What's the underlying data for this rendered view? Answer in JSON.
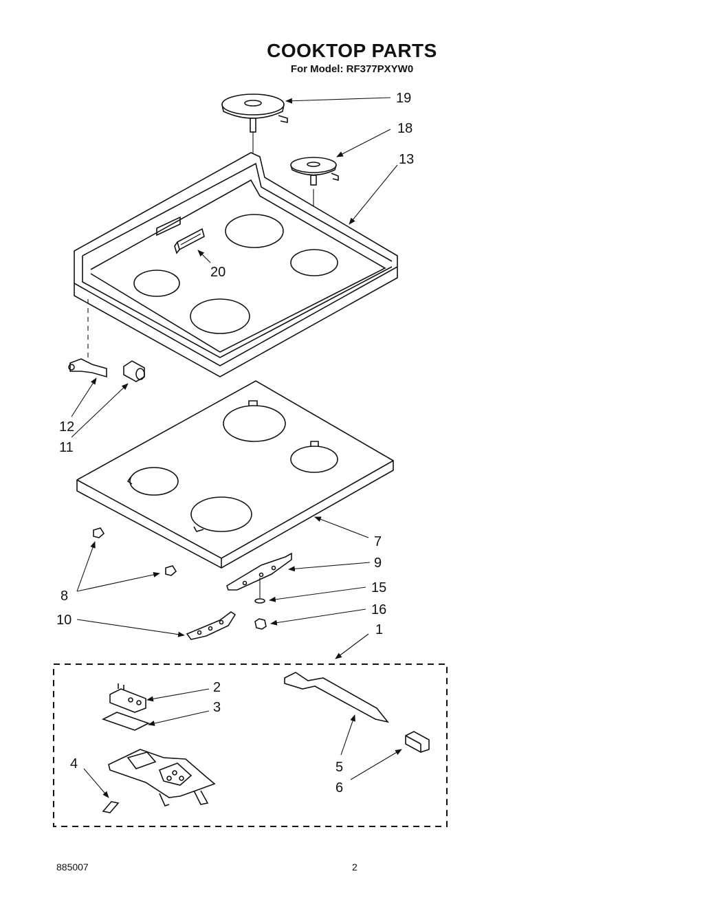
{
  "header": {
    "title": "COOKTOP PARTS",
    "subtitle": "For Model: RF377PXYW0"
  },
  "callouts": [
    "19",
    "18",
    "13",
    "20",
    "12",
    "11",
    "7",
    "9",
    "15",
    "16",
    "8",
    "10",
    "1",
    "2",
    "3",
    "4",
    "5",
    "6"
  ],
  "footer": {
    "doc_number": "885007",
    "page_number": "2"
  }
}
